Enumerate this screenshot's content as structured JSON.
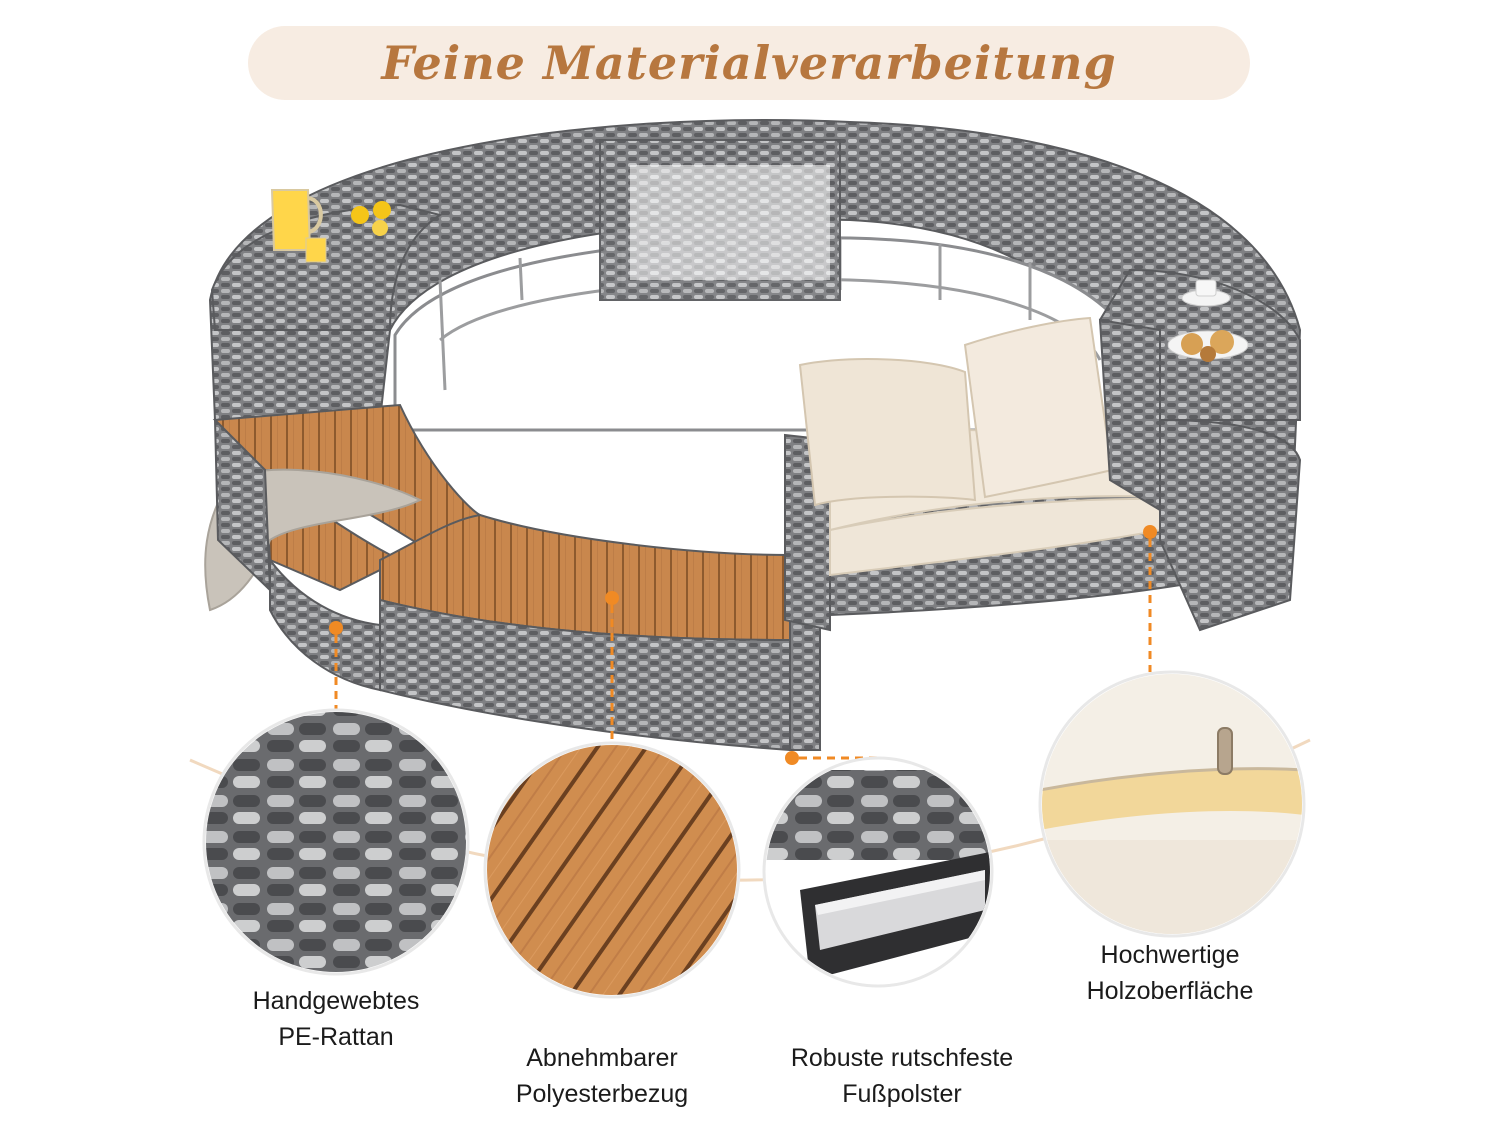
{
  "title": "Feine Materialverarbeitung",
  "features": [
    {
      "line1": "Handgewebtes",
      "line2": "PE-Rattan"
    },
    {
      "line1": "Abnehmbarer",
      "line2": "Polyesterbezug"
    },
    {
      "line1": "Robuste rutschfeste",
      "line2": "Fußpolster"
    },
    {
      "line1": "Hochwertige",
      "line2": "Holzoberfläche"
    }
  ],
  "colors": {
    "accent": "#f08a24",
    "title": "#b7773f",
    "pill": "#f7ece2",
    "rattan": "#8e8f91",
    "wood": "#c9874d",
    "cushion": "#efe6d8"
  }
}
